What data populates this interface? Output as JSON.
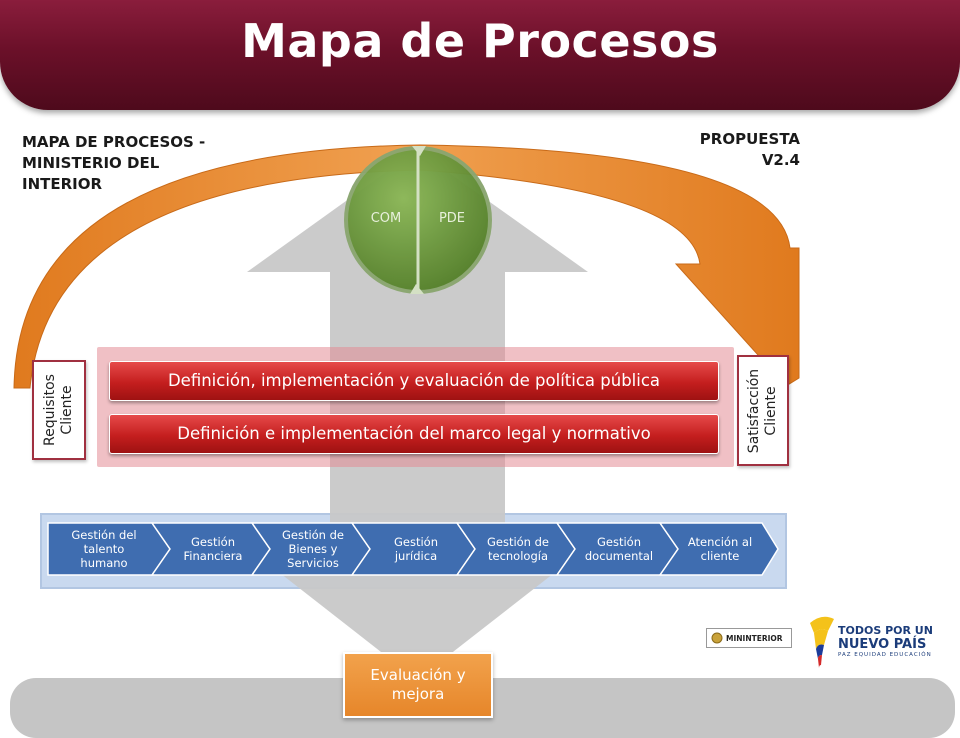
{
  "slide": {
    "title": "Mapa de Procesos",
    "left_label": "MAPA DE PROCESOS - MINISTERIO DEL INTERIOR",
    "right_label_line1": "PROPUESTA",
    "right_label_line2": "V2.4"
  },
  "input_box": {
    "line1": "Requisitos",
    "line2": "Cliente"
  },
  "output_box": {
    "line1": "Satisfacción",
    "line2": "Cliente"
  },
  "cycle": {
    "left_label": "COM",
    "right_label": "PDE"
  },
  "strategic_processes": [
    "Definición, implementación y evaluación de política pública",
    "Definición e implementación del marco legal y normativo"
  ],
  "support_processes": [
    {
      "line1": "Gestión del talento",
      "line2": "humano",
      "line3": ""
    },
    {
      "line1": "Gestión",
      "line2": "Financiera",
      "line3": ""
    },
    {
      "line1": "Gestión de",
      "line2": "Bienes y",
      "line3": "Servicios"
    },
    {
      "line1": "Gestión",
      "line2": "jurídica",
      "line3": ""
    },
    {
      "line1": "Gestión de",
      "line2": "tecnología",
      "line3": ""
    },
    {
      "line1": "Gestión",
      "line2": "documental",
      "line3": ""
    },
    {
      "line1": "Atención al",
      "line2": "cliente",
      "line3": ""
    }
  ],
  "evaluation": {
    "line1": "Evaluación y",
    "line2": "mejora"
  },
  "logos": {
    "ministry": "MININTERIOR",
    "country_line1": "TODOS POR UN",
    "country_line2": "NUEVO PAÍS",
    "country_line3": "PAZ  EQUIDAD  EDUCACIÓN"
  },
  "colors": {
    "banner": "#6b1029",
    "arc_orange": "#e8862a",
    "strategic_red": "#c41e1e",
    "support_blue": "#3f6db0",
    "cycle_green": "#6e9a3a",
    "evaluation_orange": "#ee9a40"
  }
}
